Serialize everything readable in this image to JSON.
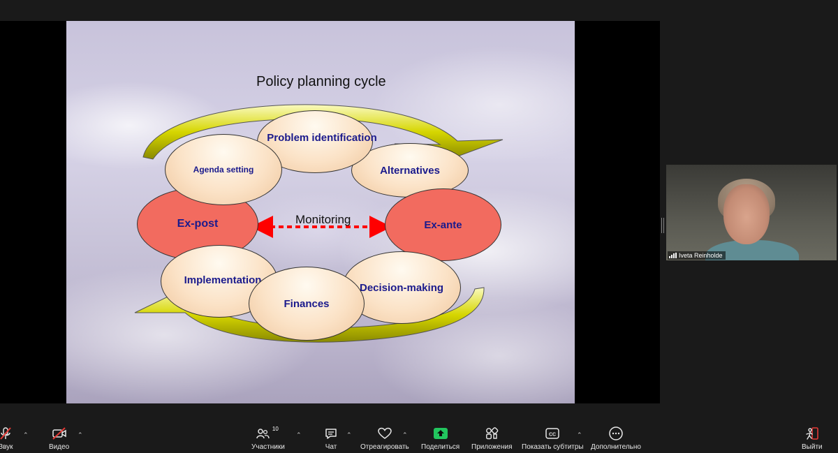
{
  "slide": {
    "title": "Policy planning cycle",
    "center_label": "Monitoring",
    "nodes": {
      "problem_identification": "Problem identification",
      "alternatives": "Alternatives",
      "agenda_setting": "Agenda setting",
      "ex_post": "Ex-post",
      "ex_ante": "Ex-ante",
      "implementation": "Implementation",
      "finances": "Finances",
      "decision_making": "Decision-making"
    },
    "colors": {
      "node_fill": "#fbe2c6",
      "node_red": "#f26b5f",
      "node_text": "#1a1a8c",
      "arrow_fill": "#c8c800",
      "monitor_arrow": "#ff0000"
    }
  },
  "participant": {
    "name": "Iveta Reinholde"
  },
  "toolbar": {
    "audio": "Звук",
    "video": "Видео",
    "participants": "Участники",
    "participants_count": "10",
    "chat": "Чат",
    "react": "Отреагировать",
    "share": "Поделиться",
    "apps": "Приложения",
    "captions": "Показать субтитры",
    "more": "Дополнительно",
    "leave": "Выйти",
    "colors": {
      "share_green": "#22c55e",
      "leave_red": "#e53935",
      "muted_red": "#e53935"
    }
  }
}
